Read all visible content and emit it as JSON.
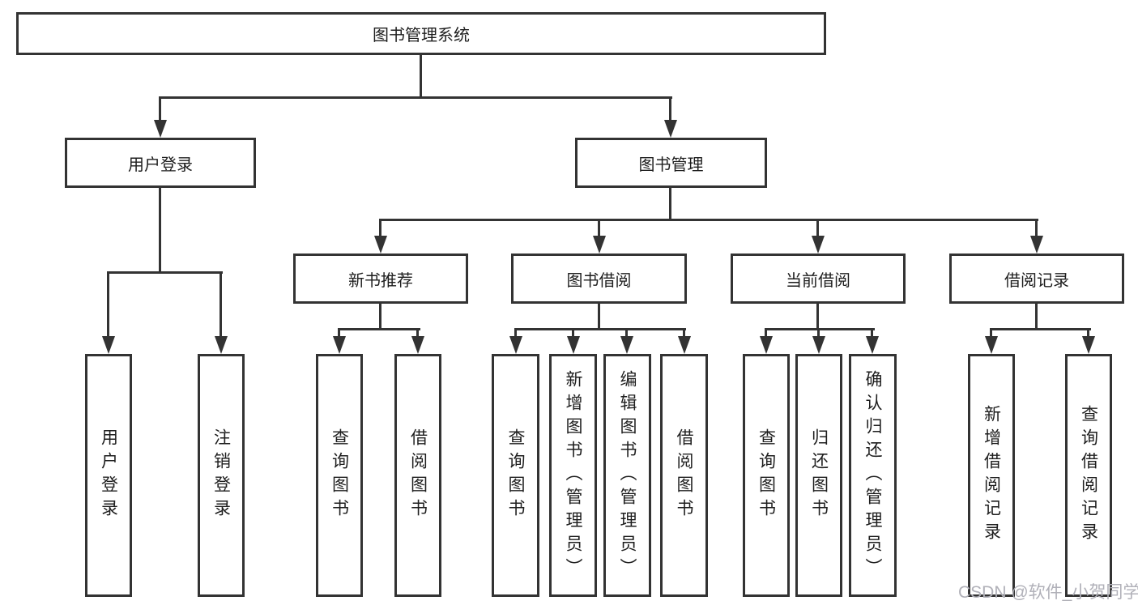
{
  "root": {
    "label": "图书管理系统"
  },
  "level2": {
    "user_login": "用户登录",
    "book_management": "图书管理"
  },
  "level3": {
    "new_book_recommend": "新书推荐",
    "book_borrow": "图书借阅",
    "current_borrow": "当前借阅",
    "borrow_records": "借阅记录"
  },
  "leaves": {
    "user_login": "用户登录",
    "logout": "注销登录",
    "recommend_query_book": "查询图书",
    "recommend_borrow_book": "借阅图书",
    "borrow_query_book": "查询图书",
    "borrow_add_book": "新增图书（管理员）",
    "borrow_edit_book": "编辑图书（管理员）",
    "borrow_borrow_book": "借阅图书",
    "current_query_book": "查询图书",
    "current_return_book": "归还图书",
    "current_confirm_return": "确认归还（管理员）",
    "records_add_record": "新增借阅记录",
    "records_query_record": "查询借阅记录"
  },
  "watermark": "CSDN @软件_小贺同学",
  "colors": {
    "line": "#333333",
    "box_fill": "#ffffff",
    "text": "#1e1e1e",
    "watermark": "#b0b0b8"
  }
}
